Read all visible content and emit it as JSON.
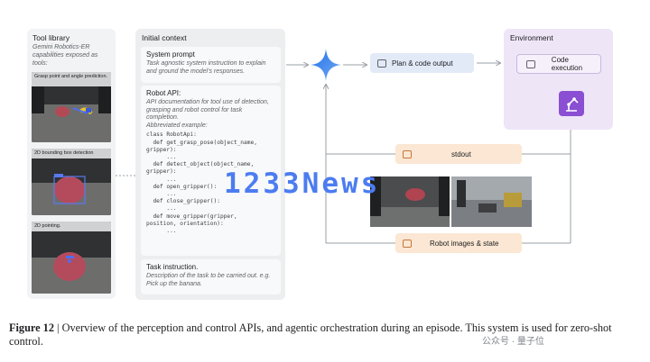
{
  "tool_library": {
    "title": "Tool library",
    "subtitle": "Gemini Robotics-ER capabilities exposed as tools:",
    "examples": [
      {
        "caption": "Grasp point and angle prediction."
      },
      {
        "caption": "2D bounding box detection"
      },
      {
        "caption": "2D pointing."
      }
    ]
  },
  "initial_context": {
    "title": "Initial context",
    "system_prompt": {
      "heading": "System prompt",
      "body": "Task agnostic system instruction to explain and ground the model's responses."
    },
    "robot_api": {
      "heading": "Robot API:",
      "body": "API documentation for tool use of detection, grasping and robot control for task completion.",
      "example_label": "Abbreviated example:",
      "code": "class RobotApi:\n  def get_grasp_pose(object_name,\ngripper):\n      ...\n  def detect_object(object_name,\ngripper):\n      ...\n  def open_gripper():\n      ...\n  def close_gripper():\n      ...\n  def move_gripper(gripper,\nposition, orientation):\n      ..."
    },
    "task_instruction": {
      "heading": "Task instruction.",
      "body": "Description of the task to be carried out. e.g. Pick up the banana."
    }
  },
  "flow": {
    "plan_output": "Plan & code output",
    "stdout": "stdout",
    "robot_images_state": "Robot images & state"
  },
  "environment": {
    "title": "Environment",
    "code_execution": "Code execution"
  },
  "watermark": "1233News",
  "wechat_mark": "公众号 · 量子位",
  "caption": {
    "label": "Figure 12",
    "text": " | Overview of the perception and control APIs, and agentic orchestration during an episode. This system is used for zero-shot control."
  },
  "colors": {
    "gemini_star": "#4285f4",
    "environment_bg": "#eee5f7",
    "robot_icon": "#8a4fd2",
    "feedback_box": "#fbe7d3",
    "plan_box": "#e2eaf7"
  },
  "icons": [
    "gemini-star-icon",
    "checklist-icon",
    "code-icon",
    "robot-arm-icon",
    "terminal-icon",
    "image-icon"
  ]
}
